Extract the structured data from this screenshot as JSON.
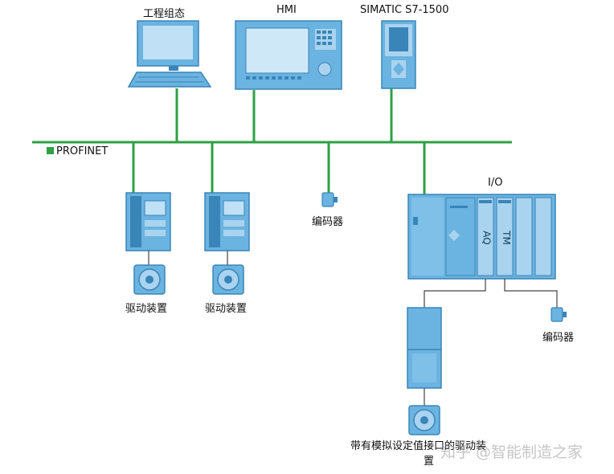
{
  "labels": {
    "workstation": "工程组态",
    "hmi": "HMI",
    "plc": "SIMATIC S7-1500",
    "network": "PROFINET",
    "io": "I/O",
    "drive_1": "驱动装置",
    "drive_2": "驱动装置",
    "encoder_1": "编码器",
    "encoder_2": "编码器",
    "aq_module": "AQ",
    "tm_module": "TM",
    "analog_drive_line1": "带有模拟设定值接口的驱动装",
    "analog_drive_line2": "置",
    "watermark": "知乎 @智能制造之家"
  },
  "colors": {
    "network_line": "#2ea043",
    "device_fill": "#6bb3e0",
    "device_dark": "#3a85b8",
    "device_light": "#a9d3ef",
    "wire": "#444444"
  }
}
